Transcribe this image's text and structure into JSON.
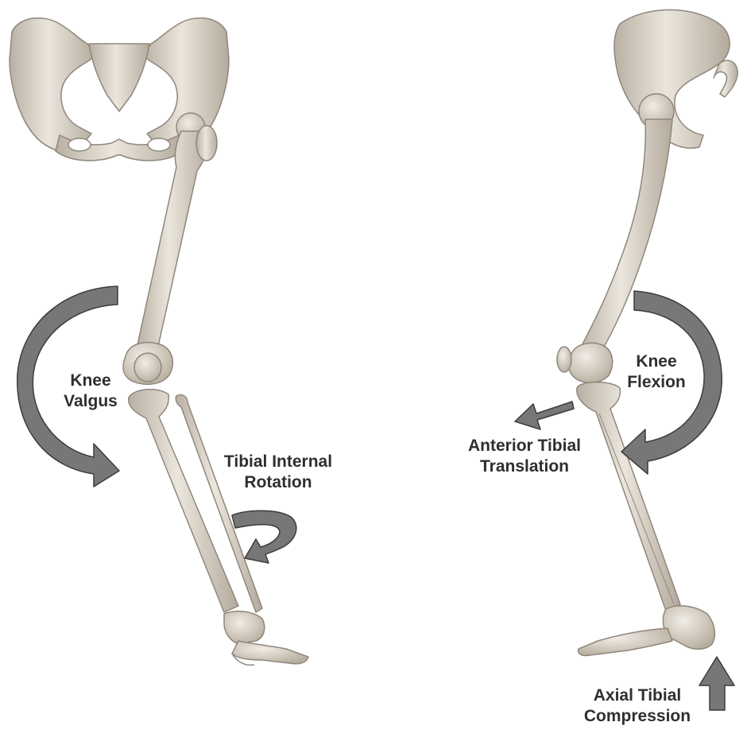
{
  "labels": {
    "knee_valgus": [
      "Knee",
      "Valgus"
    ],
    "tibial_internal_rotation": [
      "Tibial Internal",
      "Rotation"
    ],
    "knee_flexion": [
      "Knee",
      "Flexion"
    ],
    "anterior_tibial_translation": [
      "Anterior Tibial",
      "Translation"
    ],
    "axial_tibial_compression": [
      "Axial Tibial",
      "Compression"
    ]
  },
  "colors": {
    "bone_fill": "#d8d1c6",
    "bone_light": "#ebe6dd",
    "bone_stroke": "#8f877c",
    "arrow_fill": "#777777",
    "arrow_stroke": "#3c3c3c",
    "label": "#2f2f2f"
  }
}
